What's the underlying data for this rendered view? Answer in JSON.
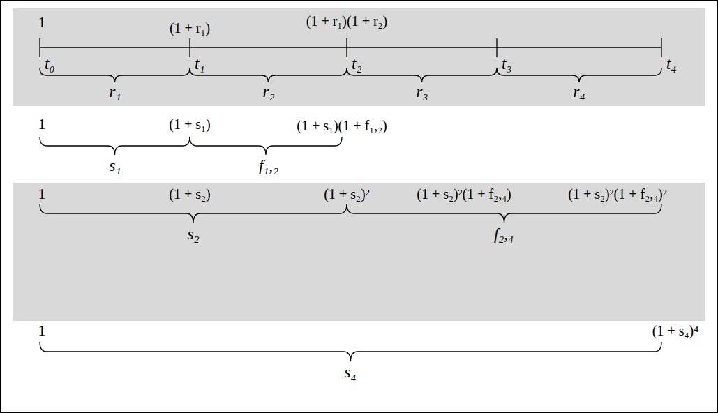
{
  "diagram": {
    "labels": [
      "1",
      "(1 + r₁)",
      "(1 + r₁)(1 + r₂)",
      "t₀",
      "t₁",
      "t₂",
      "t₃",
      "t₄",
      "r₁",
      "r₂",
      "r₃",
      "r₄",
      "1",
      "(1 + s₁)",
      "(1 + s₁)(1 + f₁,₂)",
      "s₁",
      "f₁,₂",
      "1",
      "(1 + s₂)",
      "(1 + s₂)²",
      "(1 + s₂)²(1 + f₂,₄)",
      "(1 + s₂)²(1 + f₂,₄)²",
      "s₂",
      "f₂,₄",
      "1",
      "(1 + s₄)⁴",
      "s₄"
    ]
  }
}
